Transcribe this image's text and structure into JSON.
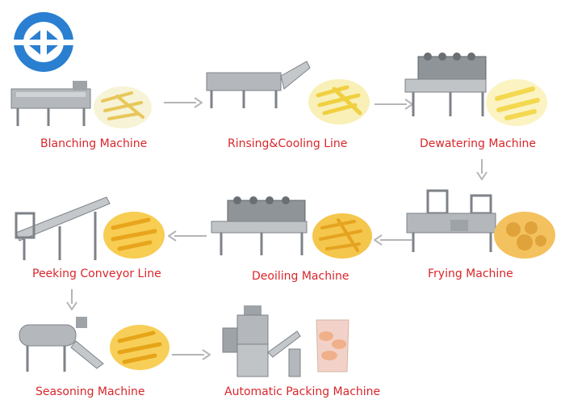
{
  "brand": {
    "logo_icon": "company-logo-icon",
    "logo_color": "#2a7fd1"
  },
  "steps": [
    {
      "label": "Blanching Machine",
      "machine_icon": "blanching-machine-icon",
      "product_icon": "fries-icon"
    },
    {
      "label": "Rinsing&Cooling Line",
      "machine_icon": "rinsing-cooling-line-icon",
      "product_icon": "fries-icon"
    },
    {
      "label": "Dewatering Machine",
      "machine_icon": "dewatering-machine-icon",
      "product_icon": "fries-icon"
    },
    {
      "label": "Frying Machine",
      "machine_icon": "frying-machine-icon",
      "product_icon": "fries-icon"
    },
    {
      "label": "Deoiling Machine",
      "machine_icon": "deoiling-machine-icon",
      "product_icon": "fries-icon"
    },
    {
      "label": "Peeking Conveyor Line",
      "machine_icon": "conveyor-line-icon",
      "product_icon": "fries-icon"
    },
    {
      "label": "Seasoning Machine",
      "machine_icon": "seasoning-machine-icon",
      "product_icon": "fries-icon"
    },
    {
      "label": "Automatic Packing Machine",
      "machine_icon": "packing-machine-icon",
      "product_icon": "chips-bag-icon"
    }
  ],
  "colors": {
    "label": "#d9262b",
    "arrow": "#b5b5b5",
    "steel": "#a9adb1",
    "fries": "#f2c230"
  }
}
